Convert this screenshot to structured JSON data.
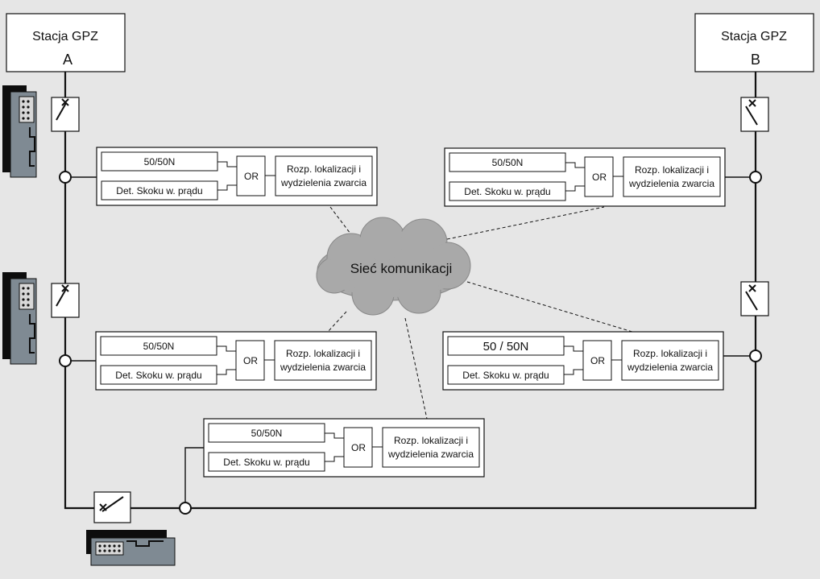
{
  "stations": [
    {
      "title": "Stacja GPZ",
      "letter": "A"
    },
    {
      "title": "Stacja GPZ",
      "letter": "B"
    }
  ],
  "cloud_label": "Sieć komunikacji",
  "modules": [
    {
      "input1": "50/50N",
      "input2": "Det. Skoku w. prądu",
      "gate": "OR",
      "output": [
        "Rozp. lokalizacji i",
        "wydzielenia zwarcia"
      ]
    },
    {
      "input1": "50/50N",
      "input2": "Det. Skoku w. prądu",
      "gate": "OR",
      "output": [
        "Rozp. lokalizacji i",
        "wydzielenia zwarcia"
      ]
    },
    {
      "input1": "50/50N",
      "input2": "Det. Skoku w. prądu",
      "gate": "OR",
      "output": [
        "Rozp. lokalizacji i",
        "wydzielenia zwarcia"
      ]
    },
    {
      "input1": "50 / 50N",
      "input2": "Det. Skoku w. prądu",
      "gate": "OR",
      "output": [
        "Rozp. lokalizacji i",
        "wydzielenia zwarcia"
      ]
    },
    {
      "input1": "50/50N",
      "input2": "Det. Skoku w. prądu",
      "gate": "OR",
      "output": [
        "Rozp. lokalizacji i",
        "wydzielenia zwarcia"
      ]
    }
  ],
  "colors": {
    "background": "#e6e6e6",
    "line": "#111111",
    "cloud": "#a9a9a9",
    "device_dark": "#0d0d0d",
    "device_panel": "#7f8a93"
  }
}
